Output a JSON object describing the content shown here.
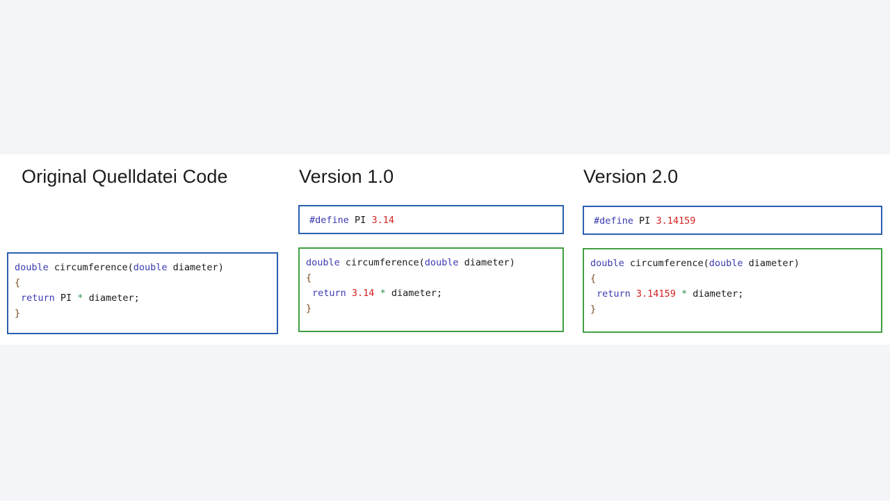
{
  "background_color": "#f4f5f9",
  "band_color": "#ffffff",
  "colors": {
    "border_blue": "#2a5fb0",
    "border_green": "#3f9f43",
    "keyword": "#3a3ab0",
    "number": "#d41f1f",
    "operator": "#2e9148",
    "identifier": "#1a1a1a",
    "brace": "#7a4a20",
    "heading": "#1b1b1b"
  },
  "panels": [
    {
      "heading": "Original Quelldatei Code",
      "define_box": null,
      "func_box": {
        "border": "blue",
        "lines": [
          {
            "indent": false,
            "tokens": [
              {
                "t": "double",
                "c": "kw"
              },
              {
                "t": " ",
                "c": "punct"
              },
              {
                "t": "circumference",
                "c": "ident"
              },
              {
                "t": "(",
                "c": "punct"
              },
              {
                "t": "double",
                "c": "kw"
              },
              {
                "t": " ",
                "c": "punct"
              },
              {
                "t": "diameter",
                "c": "ident"
              },
              {
                "t": ")",
                "c": "punct"
              }
            ]
          },
          {
            "indent": false,
            "tokens": [
              {
                "t": "{",
                "c": "brace"
              }
            ]
          },
          {
            "indent": true,
            "tokens": [
              {
                "t": "return",
                "c": "kw"
              },
              {
                "t": " ",
                "c": "punct"
              },
              {
                "t": "PI",
                "c": "ident"
              },
              {
                "t": " ",
                "c": "punct"
              },
              {
                "t": "*",
                "c": "op"
              },
              {
                "t": " ",
                "c": "punct"
              },
              {
                "t": "diameter;",
                "c": "ident"
              }
            ]
          },
          {
            "indent": false,
            "tokens": [
              {
                "t": "}",
                "c": "brace"
              }
            ]
          }
        ]
      }
    },
    {
      "heading": "Version 1.0",
      "define_box": {
        "border": "blue",
        "lines": [
          {
            "indent": false,
            "tokens": [
              {
                "t": "#define",
                "c": "pre"
              },
              {
                "t": " ",
                "c": "punct"
              },
              {
                "t": "PI",
                "c": "ident"
              },
              {
                "t": " ",
                "c": "punct"
              },
              {
                "t": "3.14",
                "c": "num"
              }
            ]
          }
        ]
      },
      "func_box": {
        "border": "green",
        "lines": [
          {
            "indent": false,
            "tokens": [
              {
                "t": "double",
                "c": "kw"
              },
              {
                "t": " ",
                "c": "punct"
              },
              {
                "t": "circumference",
                "c": "ident"
              },
              {
                "t": "(",
                "c": "punct"
              },
              {
                "t": "double",
                "c": "kw"
              },
              {
                "t": " ",
                "c": "punct"
              },
              {
                "t": "diameter",
                "c": "ident"
              },
              {
                "t": ")",
                "c": "punct"
              }
            ]
          },
          {
            "indent": false,
            "tokens": [
              {
                "t": "{",
                "c": "brace"
              }
            ]
          },
          {
            "indent": true,
            "tokens": [
              {
                "t": "return",
                "c": "kw"
              },
              {
                "t": " ",
                "c": "punct"
              },
              {
                "t": "3.14",
                "c": "num"
              },
              {
                "t": " ",
                "c": "punct"
              },
              {
                "t": "*",
                "c": "op"
              },
              {
                "t": " ",
                "c": "punct"
              },
              {
                "t": "diameter;",
                "c": "ident"
              }
            ]
          },
          {
            "indent": false,
            "tokens": [
              {
                "t": "}",
                "c": "brace"
              }
            ]
          }
        ]
      }
    },
    {
      "heading": "Version 2.0",
      "define_box": {
        "border": "blue",
        "lines": [
          {
            "indent": false,
            "tokens": [
              {
                "t": "#define",
                "c": "pre"
              },
              {
                "t": " ",
                "c": "punct"
              },
              {
                "t": "PI",
                "c": "ident"
              },
              {
                "t": " ",
                "c": "punct"
              },
              {
                "t": "3.14159",
                "c": "num"
              }
            ]
          }
        ]
      },
      "func_box": {
        "border": "green",
        "lines": [
          {
            "indent": false,
            "tokens": [
              {
                "t": "double",
                "c": "kw"
              },
              {
                "t": " ",
                "c": "punct"
              },
              {
                "t": "circumference",
                "c": "ident"
              },
              {
                "t": "(",
                "c": "punct"
              },
              {
                "t": "double",
                "c": "kw"
              },
              {
                "t": " ",
                "c": "punct"
              },
              {
                "t": "diameter",
                "c": "ident"
              },
              {
                "t": ")",
                "c": "punct"
              }
            ]
          },
          {
            "indent": false,
            "tokens": [
              {
                "t": "{",
                "c": "brace"
              }
            ]
          },
          {
            "indent": true,
            "tokens": [
              {
                "t": "return",
                "c": "kw"
              },
              {
                "t": " ",
                "c": "punct"
              },
              {
                "t": "3.14159",
                "c": "num"
              },
              {
                "t": " ",
                "c": "punct"
              },
              {
                "t": "*",
                "c": "op"
              },
              {
                "t": " ",
                "c": "punct"
              },
              {
                "t": "diameter;",
                "c": "ident"
              }
            ]
          },
          {
            "indent": false,
            "tokens": [
              {
                "t": "}",
                "c": "brace"
              }
            ]
          }
        ]
      }
    }
  ]
}
